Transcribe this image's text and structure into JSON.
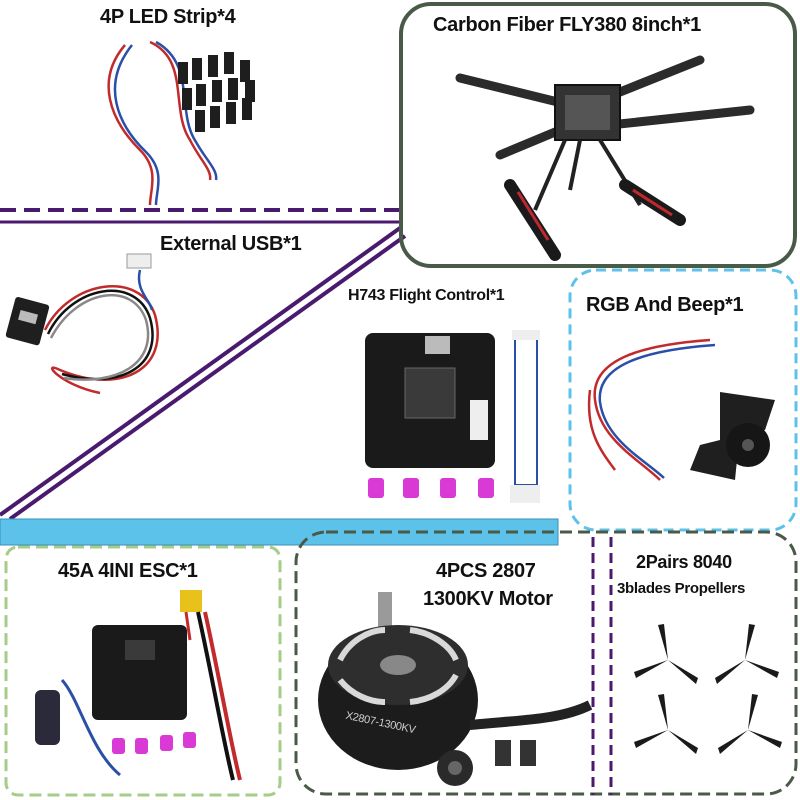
{
  "panels": {
    "led_strip": {
      "label": "4P LED Strip*4"
    },
    "frame": {
      "label": "Carbon Fiber FLY380 8inch*1"
    },
    "usb": {
      "label": "External USB*1"
    },
    "flight_control": {
      "label": "H743 Flight Control*1"
    },
    "rgb_beep": {
      "label": "RGB And Beep*1"
    },
    "esc": {
      "label": "45A 4INI ESC*1"
    },
    "motor": {
      "label_line1": "4PCS 2807",
      "label_line2": "1300KV Motor",
      "engraving": "X2807-1300KV"
    },
    "propellers": {
      "label_line1": "2Pairs 8040",
      "label_line2": "3blades Propellers"
    }
  },
  "colors": {
    "purple": "#4a1a6e",
    "light_blue": "#5cc2ea",
    "dark_green": "#4a5a48",
    "light_green": "#a6cc8a",
    "carbon": "#2b2b2b"
  }
}
